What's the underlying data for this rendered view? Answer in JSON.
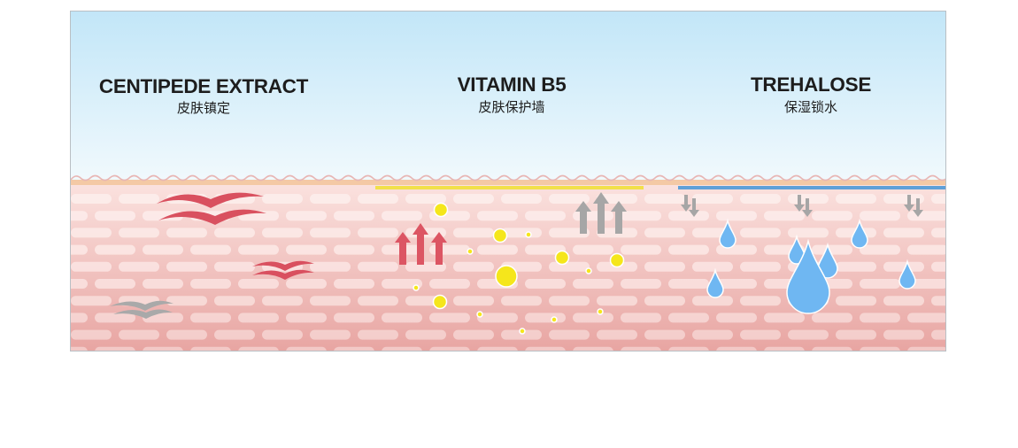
{
  "sections": [
    {
      "title": "CENTIPEDE EXTRACT",
      "subtitle": "皮肤镇定"
    },
    {
      "title": "VITAMIN B5",
      "subtitle": "皮肤保护墙"
    },
    {
      "title": "TREHALOSE",
      "subtitle": "保湿锁水"
    }
  ],
  "colors": {
    "sky_top": "#c2e6f8",
    "sky_bottom": "#f3fafd",
    "skin_light": "#fbe3e0",
    "skin_dark": "#e8a5a2",
    "cell": "#fdeeec",
    "wave": "#e8b6b4",
    "calm_red": "#d9505f",
    "calm_gray": "#a9a9a9",
    "vitamin_line": "#f2e04a",
    "vitamin_dot": "#f5e61b",
    "barrier_up_arrow": "#dc5563",
    "barrier_gray_arrow": "#a6a6a6",
    "moist_line": "#5fa0d8",
    "drop": "#6fb7f2"
  },
  "icons": [
    "calm-wave-icon",
    "up-arrow-icon",
    "down-arrow-icon",
    "water-drop-icon",
    "vitamin-dot-icon"
  ]
}
